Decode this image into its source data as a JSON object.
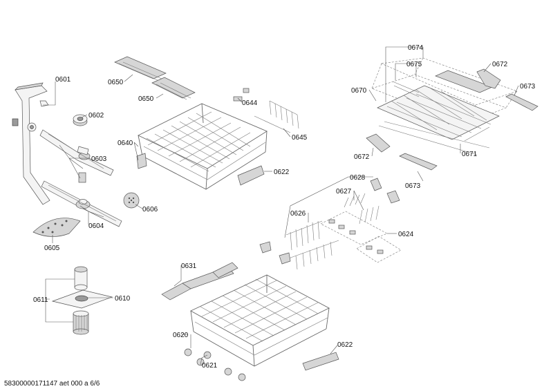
{
  "diagram": {
    "footer": "58300000171147 aet 000 a 6/6",
    "labels": {
      "p0601": "0601",
      "p0602": "0602",
      "p0603": "0603",
      "p0604": "0604",
      "p0605": "0605",
      "p0606": "0606",
      "p0610": "0610",
      "p0611": "0611",
      "p0620": "0620",
      "p0621": "0621",
      "p0622a": "0622",
      "p0622b": "0622",
      "p0624": "0624",
      "p0626": "0626",
      "p0627": "0627",
      "p0628": "0628",
      "p0631": "0631",
      "p0640": "0640",
      "p0644": "0644",
      "p0645": "0645",
      "p0650a": "0650",
      "p0650b": "0650",
      "p0670": "0670",
      "p0671": "0671",
      "p0672a": "0672",
      "p0672b": "0672",
      "p0673a": "0673",
      "p0673b": "0673",
      "p0674": "0674",
      "p0675": "0675"
    }
  }
}
